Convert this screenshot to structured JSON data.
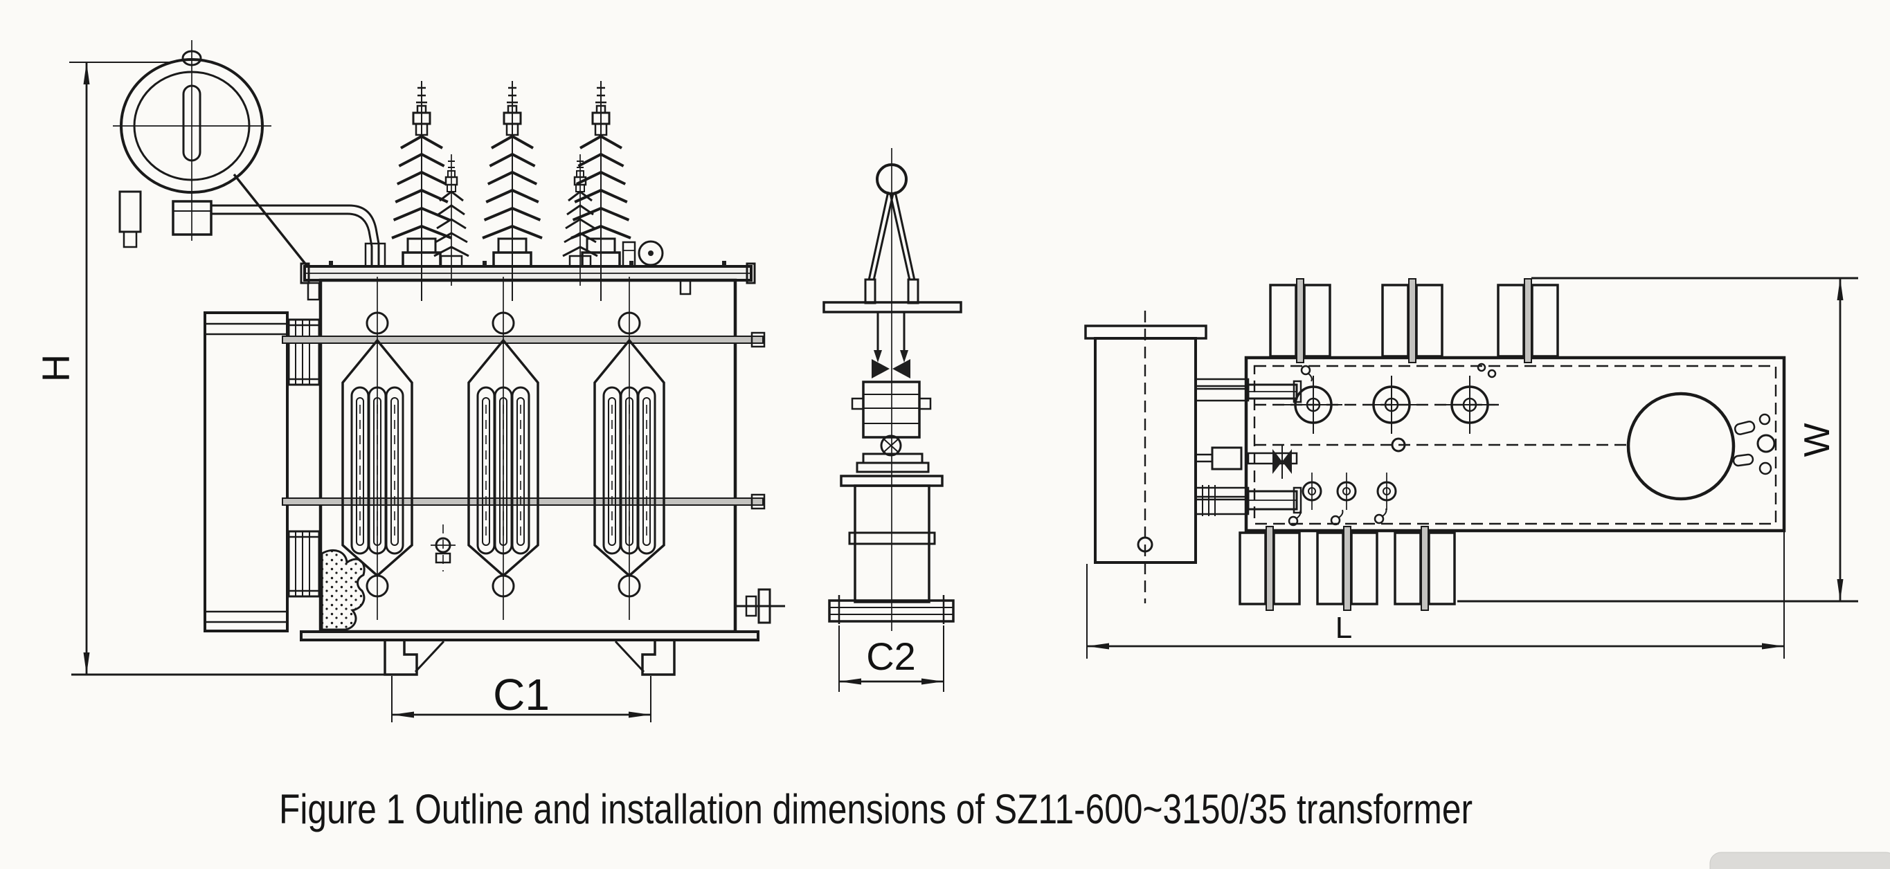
{
  "figure": {
    "caption": "Figure 1 Outline and installation dimensions of SZ11-600~3150/35 transformer",
    "labels": {
      "height": "H",
      "front_center_distance": "C1",
      "side_center_distance": "C2",
      "width": "W",
      "length": "L"
    },
    "colors": {
      "ink": "#1a1a1a",
      "background": "#fbfaf7",
      "metal_shade": "#c3c2bf"
    }
  }
}
